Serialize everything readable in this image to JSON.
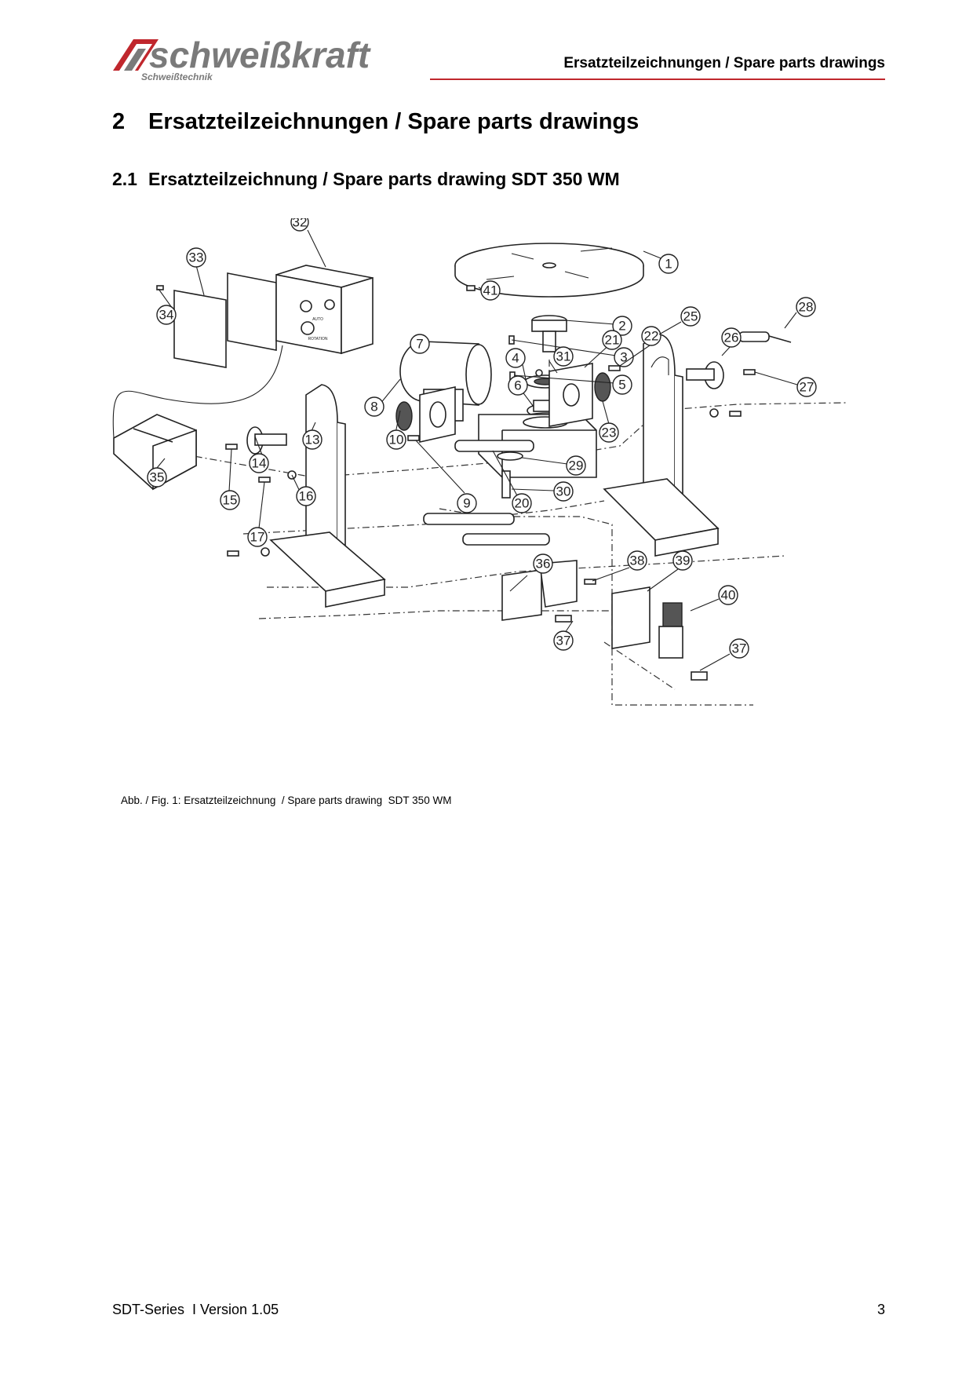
{
  "header": {
    "logo_text": "schweißkraft",
    "logo_subtext": "Schweißtechnik",
    "title": "Ersatzteilzeichnungen / Spare parts drawings"
  },
  "section": {
    "number": "2",
    "title": "Ersatzteilzeichnungen / Spare parts drawings"
  },
  "subsection": {
    "number": "2.1",
    "title": "Ersatzteilzeichnung / Spare parts drawing SDT 350 WM"
  },
  "figure": {
    "callouts": [
      "1",
      "2",
      "3",
      "4",
      "5",
      "6",
      "7",
      "8",
      "9",
      "10",
      "13",
      "14",
      "15",
      "16",
      "17",
      "20",
      "21",
      "22",
      "23",
      "25",
      "26",
      "27",
      "28",
      "29",
      "30",
      "31",
      "32",
      "33",
      "34",
      "35",
      "36",
      "37",
      "38",
      "39",
      "40",
      "41"
    ],
    "control_labels": [
      "AUTO",
      "ROTATION"
    ]
  },
  "caption": "Abb. / Fig. 1: Ersatzteilzeichnung  / Spare parts drawing  SDT 350 WM",
  "footer": {
    "left": "SDT-Series  I Version 1.05",
    "page": "3"
  },
  "colors": {
    "accent": "#c0272d",
    "logo_gray": "#7a7a7a"
  }
}
